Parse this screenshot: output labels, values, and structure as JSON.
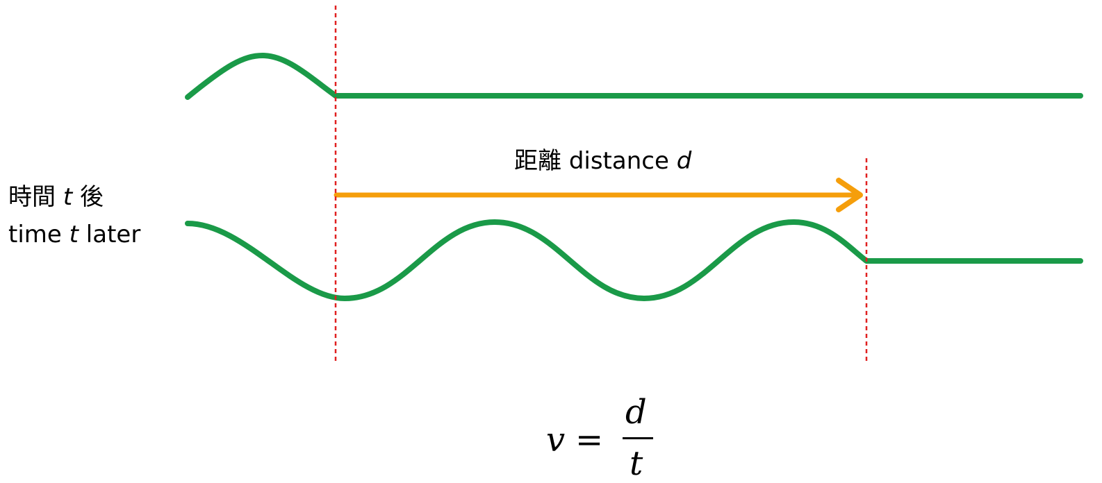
{
  "colors": {
    "wave": "#1a9a48",
    "arrow": "#f59e0b",
    "marker": "#e02020"
  },
  "labels": {
    "distance_cjk": "距離",
    "distance_en": "distance",
    "distance_var": "d",
    "before_cjk_1": "時間",
    "time_var": "t",
    "before_cjk_2": "後",
    "later_word_1": "time",
    "later_word_2": "later"
  },
  "formula": {
    "lhs": "v",
    "equals": "=",
    "numerator": "d",
    "denominator": "t"
  }
}
